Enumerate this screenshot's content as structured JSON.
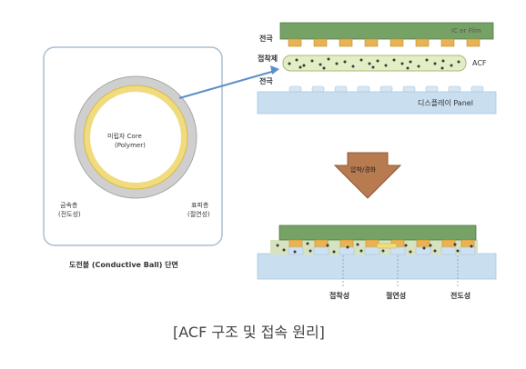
{
  "left_panel": {
    "core_line1": "미립자 Core",
    "core_line2": "(Polymer)",
    "metal_line1": "금속층",
    "metal_line2": "(전도성)",
    "coat_line1": "표피층",
    "coat_line2": "(절연성)",
    "caption": "도전볼 (Conductive Ball) 단면"
  },
  "top_stack": {
    "electrode_top": "전극",
    "adhesive": "접착제",
    "electrode_bottom": "전극",
    "film_label": "IC or Film",
    "acf_label": "ACF",
    "panel_label": "디스플레이 Panel"
  },
  "process": {
    "arrow_label": "압착/경화"
  },
  "bottom_labels": {
    "adhesion": "접착성",
    "insulation": "절연성",
    "conduction": "전도성"
  },
  "caption": "[ACF 구조 및 접속 원리]",
  "colors": {
    "film": "#77a266",
    "bump": "#e9b352",
    "panel": "#c9dff0",
    "arrow": "#b87a4f",
    "line": "#5b8fc7"
  }
}
